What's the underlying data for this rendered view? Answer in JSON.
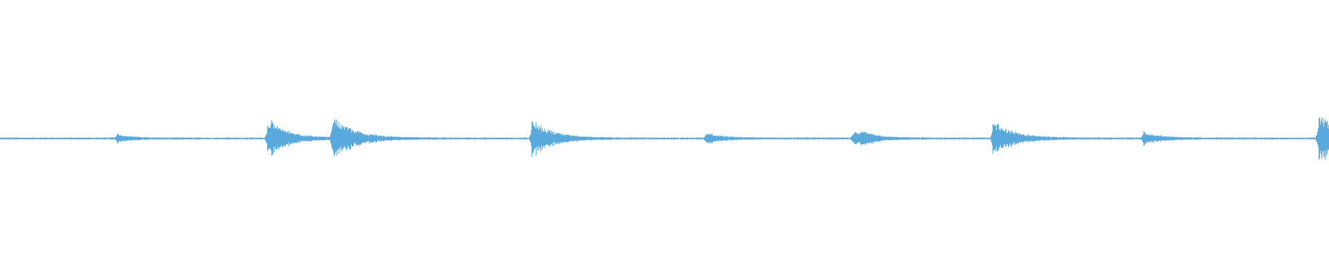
{
  "chart_data": {
    "type": "line",
    "title": "",
    "xlabel": "",
    "ylabel": "",
    "grid": false,
    "legend": "none",
    "xlim": [
      0,
      1
    ],
    "ylim": [
      -1,
      1
    ],
    "baseline": 0,
    "events": [
      {
        "x": 0.088,
        "amplitude": 0.03,
        "decay": 0.01
      },
      {
        "x": 0.201,
        "amplitude": 0.09,
        "decay": 0.016
      },
      {
        "x": 0.204,
        "amplitude": 0.06,
        "decay": 0.01
      },
      {
        "x": 0.25,
        "amplitude": 0.16,
        "decay": 0.016
      },
      {
        "x": 0.4,
        "amplitude": 0.14,
        "decay": 0.015
      },
      {
        "x": 0.531,
        "amplitude": 0.04,
        "decay": 0.012
      },
      {
        "x": 0.642,
        "amplitude": 0.05,
        "decay": 0.01
      },
      {
        "x": 0.648,
        "amplitude": 0.035,
        "decay": 0.012
      },
      {
        "x": 0.747,
        "amplitude": 0.13,
        "decay": 0.015
      },
      {
        "x": 0.86,
        "amplitude": 0.05,
        "decay": 0.012
      },
      {
        "x": 0.992,
        "amplitude": 0.17,
        "decay": 0.02
      }
    ]
  },
  "colors": {
    "waveform": "#5aa9dd",
    "background": "#ffffff"
  }
}
